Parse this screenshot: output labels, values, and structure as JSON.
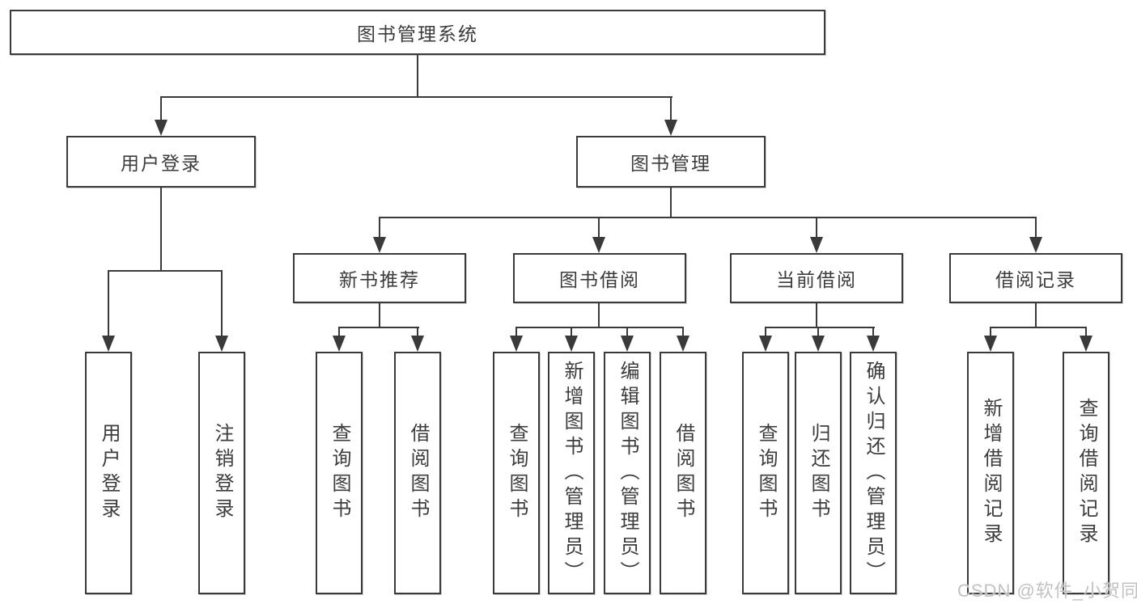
{
  "tree": {
    "label": "图书管理系统",
    "children": [
      {
        "label": "用户登录",
        "children": [
          {
            "label": "用户登录"
          },
          {
            "label": "注销登录"
          }
        ]
      },
      {
        "label": "图书管理",
        "children": [
          {
            "label": "新书推荐",
            "children": [
              {
                "label": "查询图书"
              },
              {
                "label": "借阅图书"
              }
            ]
          },
          {
            "label": "图书借阅",
            "children": [
              {
                "label": "查询图书"
              },
              {
                "label": "新增图书（管理员）"
              },
              {
                "label": "编辑图书（管理员）"
              },
              {
                "label": "借阅图书"
              }
            ]
          },
          {
            "label": "当前借阅",
            "children": [
              {
                "label": "查询图书"
              },
              {
                "label": "归还图书"
              },
              {
                "label": "确认归还（管理员）"
              }
            ]
          },
          {
            "label": "借阅记录",
            "children": [
              {
                "label": "新增借阅记录"
              },
              {
                "label": "查询借阅记录"
              }
            ]
          }
        ]
      }
    ]
  },
  "watermark": {
    "text": "CSDN @软件_小贺同学"
  },
  "colors": {
    "line": "#3a3a3a",
    "text": "#3c3c3c",
    "background": "#ffffff",
    "watermark": "#c2c2c2"
  }
}
